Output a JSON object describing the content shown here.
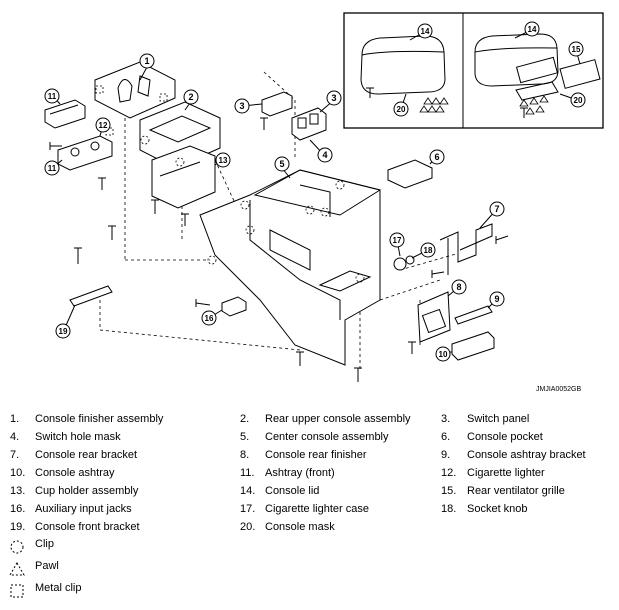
{
  "figure_code": "JMJIA0052GB",
  "callouts": [
    "1",
    "2",
    "3",
    "3",
    "4",
    "5",
    "6",
    "7",
    "8",
    "9",
    "10",
    "11",
    "11",
    "12",
    "13",
    "14",
    "14",
    "15",
    "16",
    "17",
    "18",
    "19",
    "20",
    "20"
  ],
  "legend": [
    {
      "num": "1.",
      "label": "Console finisher assembly"
    },
    {
      "num": "2.",
      "label": "Rear upper console assembly"
    },
    {
      "num": "3.",
      "label": "Switch panel"
    },
    {
      "num": "4.",
      "label": "Switch hole mask"
    },
    {
      "num": "5.",
      "label": "Center console assembly"
    },
    {
      "num": "6.",
      "label": "Console pocket"
    },
    {
      "num": "7.",
      "label": "Console rear bracket"
    },
    {
      "num": "8.",
      "label": "Console rear finisher"
    },
    {
      "num": "9.",
      "label": "Console ashtray bracket"
    },
    {
      "num": "10.",
      "label": "Console ashtray"
    },
    {
      "num": "11.",
      "label": "Ashtray (front)"
    },
    {
      "num": "12.",
      "label": "Cigarette lighter"
    },
    {
      "num": "13.",
      "label": "Cup holder assembly"
    },
    {
      "num": "14.",
      "label": "Console lid"
    },
    {
      "num": "15.",
      "label": "Rear ventilator grille"
    },
    {
      "num": "16.",
      "label": "Auxiliary input jacks"
    },
    {
      "num": "17.",
      "label": "Cigarette lighter case"
    },
    {
      "num": "18.",
      "label": "Socket knob"
    },
    {
      "num": "19.",
      "label": "Console front bracket"
    },
    {
      "num": "20.",
      "label": "Console mask"
    }
  ],
  "symbols": [
    {
      "icon": "clip-icon",
      "label": "Clip"
    },
    {
      "icon": "pawl-icon",
      "label": "Pawl"
    },
    {
      "icon": "metal-clip-icon",
      "label": "Metal clip"
    }
  ]
}
